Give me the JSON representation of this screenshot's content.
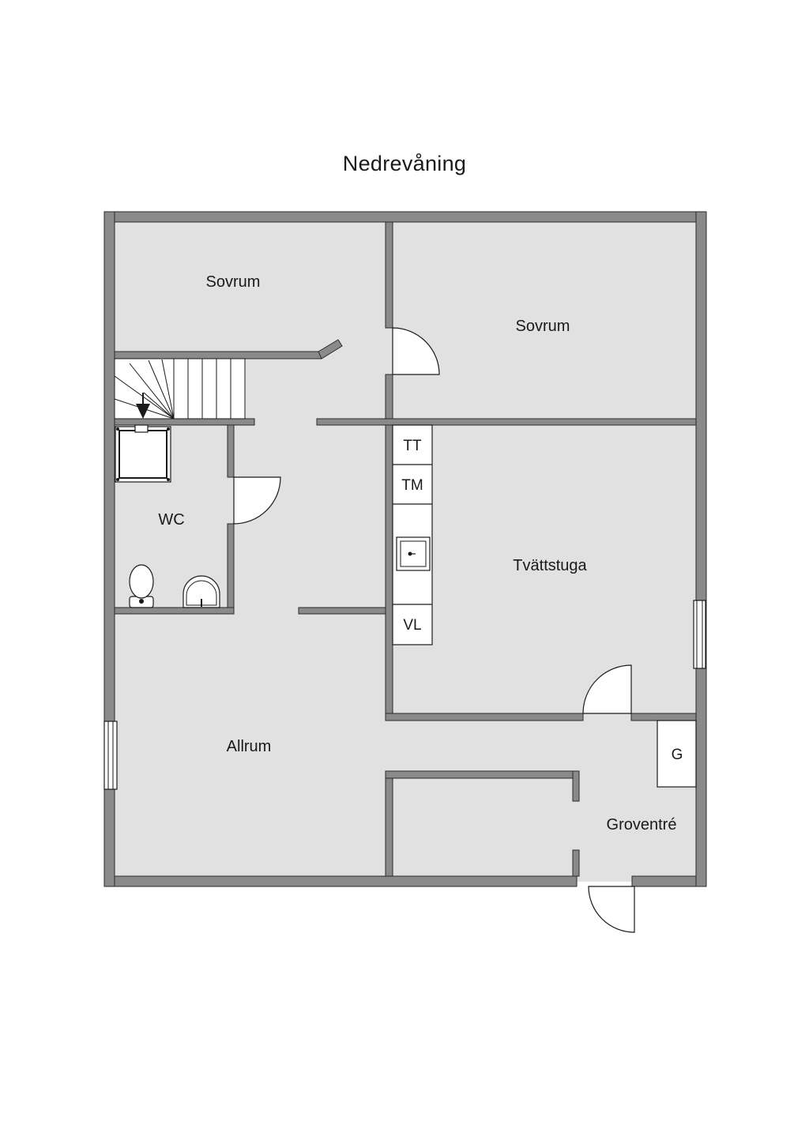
{
  "title": "Nedrevåning",
  "rooms": {
    "bedroom_1": "Sovrum",
    "bedroom_2": "Sovrum",
    "wc": "WC",
    "laundry": "Tvättstuga",
    "family_room": "Allrum",
    "mudroom": "Groventré"
  },
  "fixtures": {
    "dryer": "TT",
    "washer": "TM",
    "water_heater": "VL",
    "closet": "G"
  },
  "colors": {
    "floor": "#e1e1e1",
    "wall": "#8a8a8a",
    "line": "#1a1a1a"
  }
}
